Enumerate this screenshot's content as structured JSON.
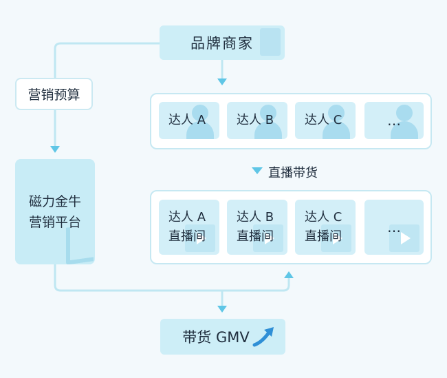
{
  "nodes": {
    "brand": "品牌商家",
    "budget": "营销预算",
    "platform_line1": "磁力金牛",
    "platform_line2": "营销平台",
    "live_selling": "直播带货",
    "gmv": "带货 GMV"
  },
  "influencers": [
    {
      "label": "达人 A"
    },
    {
      "label": "达人 B"
    },
    {
      "label": "达人 C"
    },
    {
      "label": "…"
    }
  ],
  "live_rooms": [
    {
      "line1": "达人 A",
      "line2": "直播间"
    },
    {
      "line1": "达人 B",
      "line2": "直播间"
    },
    {
      "line1": "达人 C",
      "line2": "直播间"
    },
    {
      "line1": "…",
      "line2": ""
    }
  ],
  "colors": {
    "accent": "#5fc6e6",
    "box_fill": "#cdeef7",
    "border": "#c6e8f2"
  },
  "icons": [
    "person-icon",
    "play-icon",
    "arrow-up-icon",
    "store-icon"
  ]
}
